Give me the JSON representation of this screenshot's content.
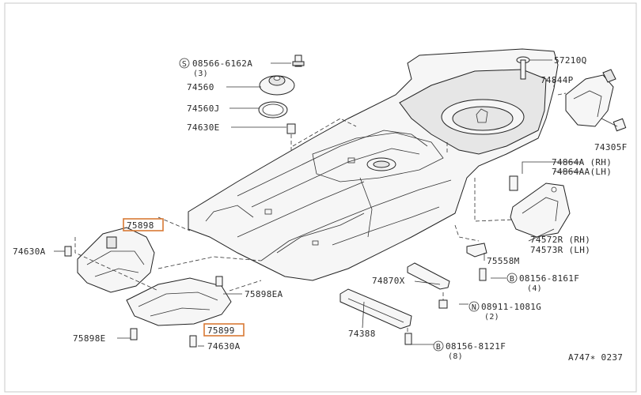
{
  "parts": {
    "p08566": "08566-6162A",
    "p08566_qty": "(3)",
    "p08566_prefix": "S",
    "p57210": "57210Q",
    "p74560": "74560",
    "p74560J": "74560J",
    "p74630E": "74630E",
    "p74844P": "74844P",
    "p74305F": "74305F",
    "p74864A": "74864A (RH)",
    "p74864AA": "74864AA(LH)",
    "p75898_top": "75898",
    "p74630A_left": "74630A",
    "p74572R": "74572R (RH)",
    "p74573R": "74573R (LH)",
    "p75558M": "75558M",
    "p74870X": "74870X",
    "p08156_8161": "08156-8161F",
    "p08156_8161_qty": "(4)",
    "p08156_8161_prefix": "B",
    "p75898EA": "75898EA",
    "p08911": "08911-1081G",
    "p08911_qty": "(2)",
    "p08911_prefix": "N",
    "p74388": "74388",
    "p75898E": "75898E",
    "p75899": "75899",
    "p74630A_bottom": "74630A",
    "p08156_8121": "08156-8121F",
    "p08156_8121_qty": "(8)",
    "p08156_8121_prefix": "B"
  },
  "diagram_code": "A747∗ 0237",
  "colors": {
    "highlight": "#d97a35",
    "ink": "#222222",
    "frame": "#c8c8c8"
  }
}
